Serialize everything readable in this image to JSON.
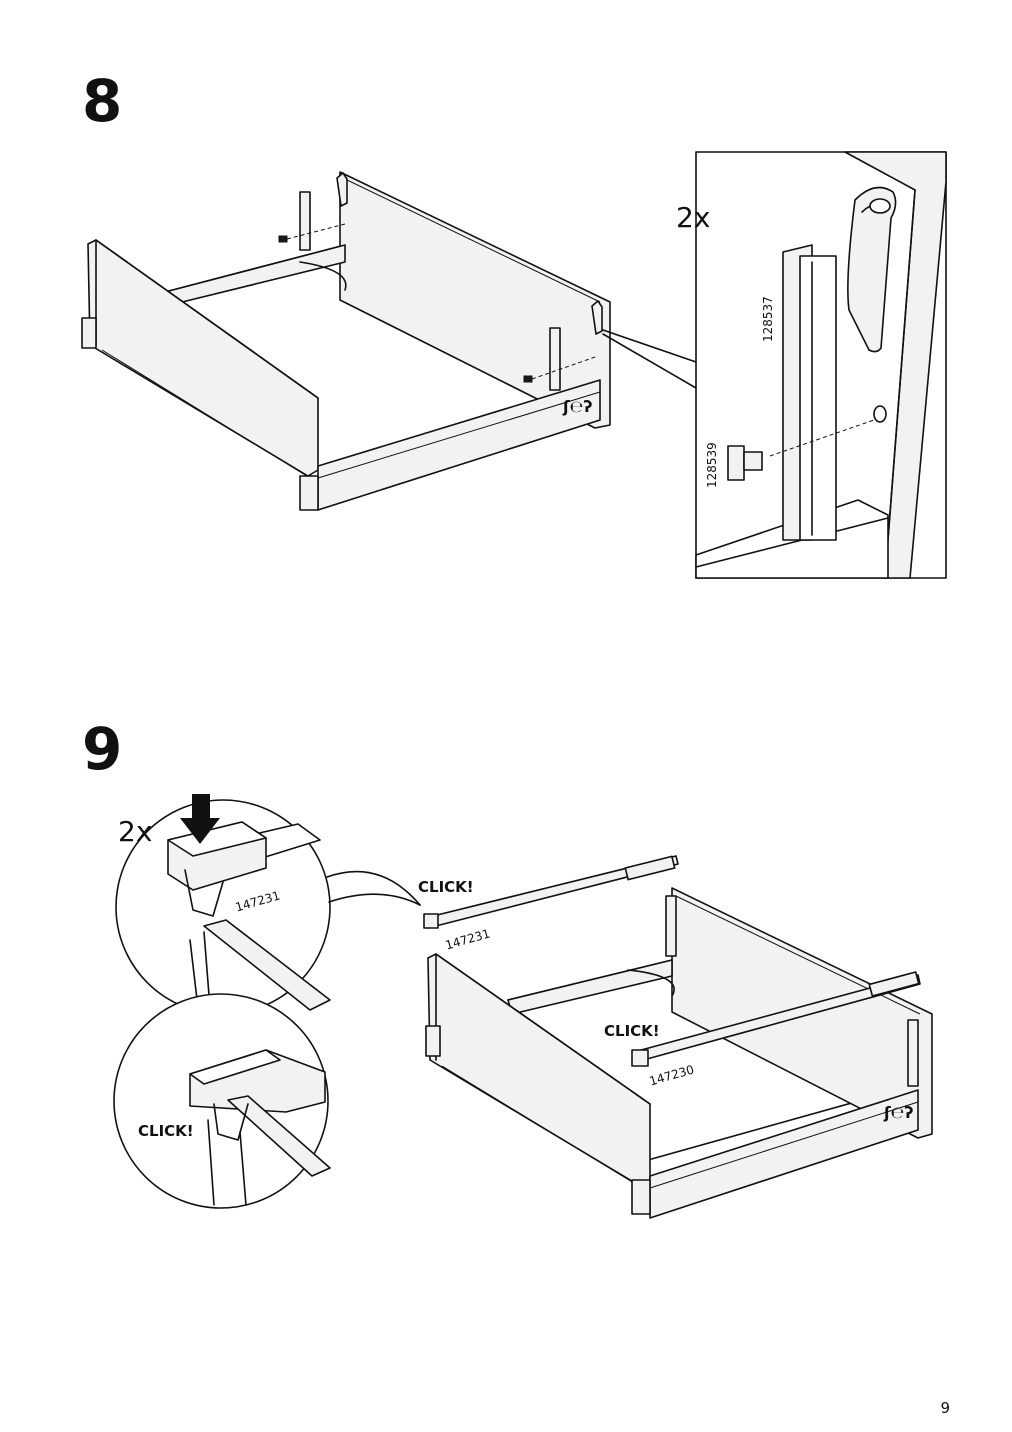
{
  "steps": {
    "step8": {
      "number": "8",
      "detail_quantity": "2x",
      "parts": [
        "128537",
        "128539"
      ]
    },
    "step9": {
      "number": "9",
      "detail_quantity": "2x",
      "clip_part": "147231",
      "click_texts": [
        "CLICK!",
        "CLICK!",
        "CLICK!"
      ],
      "rail_parts": [
        "147231",
        "147230"
      ]
    }
  },
  "page": {
    "number": "9"
  }
}
